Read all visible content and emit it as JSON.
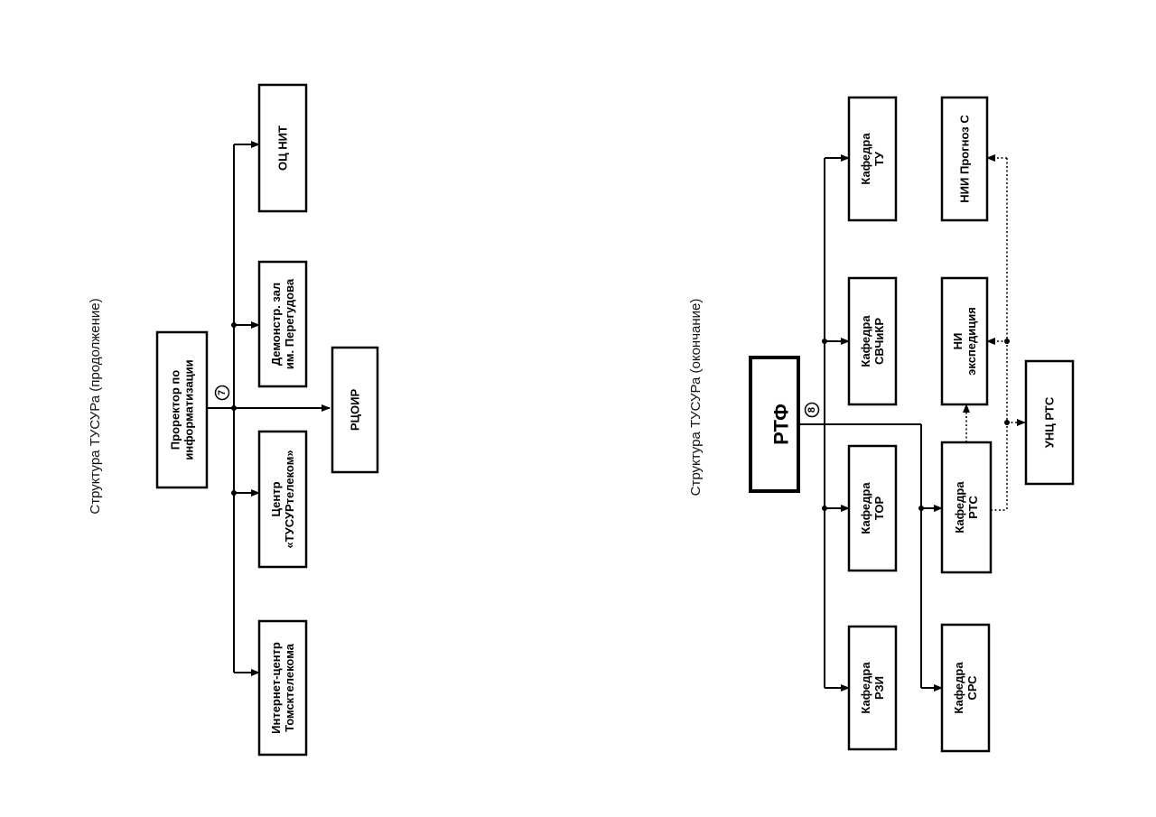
{
  "diagrams": [
    {
      "title": "Структура ТУСУРа (продолжение)",
      "marker": "7",
      "boxes": {
        "prorector": [
          "Проректор по",
          "информатизации"
        ],
        "internet": [
          "Интернет-центр",
          "Томсктелекома"
        ],
        "center": [
          "Центр",
          "«ТУСУРтелеком»"
        ],
        "rcoir": [
          "РЦОИР"
        ],
        "demo": [
          "Демонстр. зал",
          "им. Перегудова"
        ],
        "ocnit": [
          "ОЦ НИТ"
        ]
      }
    },
    {
      "title": "Структура ТУСУРа (окончание)",
      "marker": "8",
      "boxes": {
        "rtf": [
          "РТФ"
        ],
        "rzi": [
          "Кафедра",
          "РЗИ"
        ],
        "tor": [
          "Кафедра",
          "ТОР"
        ],
        "svchkr": [
          "Кафедра",
          "СВЧиКР"
        ],
        "tu": [
          "Кафедра",
          "ТУ"
        ],
        "srs": [
          "Кафедра",
          "СРС"
        ],
        "rts": [
          "Кафедра",
          "РТС"
        ],
        "ni_exp": [
          "НИ",
          "экспедиция"
        ],
        "nii": [
          "НИИ Прогноз С"
        ],
        "unc": [
          "УНЦ РТС"
        ]
      }
    }
  ]
}
